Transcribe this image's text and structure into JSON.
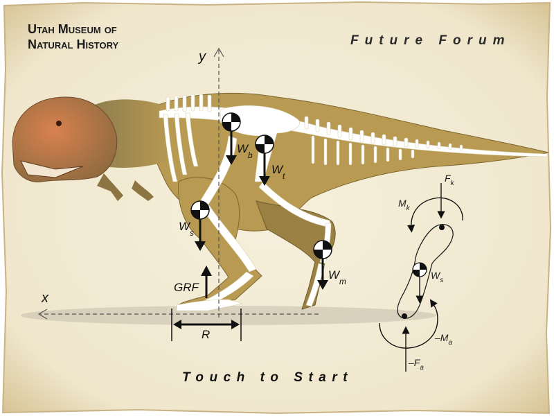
{
  "museum": {
    "line1": "Utah Museum of",
    "line2": "Natural History"
  },
  "forum_title": "Future Forum",
  "start_prompt": "Touch to Start",
  "axes": {
    "x": "x",
    "y": "y"
  },
  "body_labels": {
    "w_b": {
      "main": "W",
      "sub": "b"
    },
    "w_t": {
      "main": "W",
      "sub": "t"
    },
    "w_s": {
      "main": "W",
      "sub": "s"
    },
    "w_m": {
      "main": "W",
      "sub": "m"
    },
    "grf": "GRF",
    "r": "R"
  },
  "fbd_labels": {
    "f_k": {
      "main": "F",
      "sub": "k"
    },
    "m_k": {
      "main": "M",
      "sub": "k"
    },
    "w_s": {
      "main": "W",
      "sub": "s"
    },
    "m_a": {
      "main": "–M",
      "sub": "a"
    },
    "f_a": {
      "main": "–F",
      "sub": "a"
    }
  },
  "colors": {
    "parchment": "#f1ead5",
    "parchment_edge": "#d9c79f",
    "body_tan": "#b89a52",
    "bone": "#ffffff",
    "head_red": "#c86b45"
  }
}
